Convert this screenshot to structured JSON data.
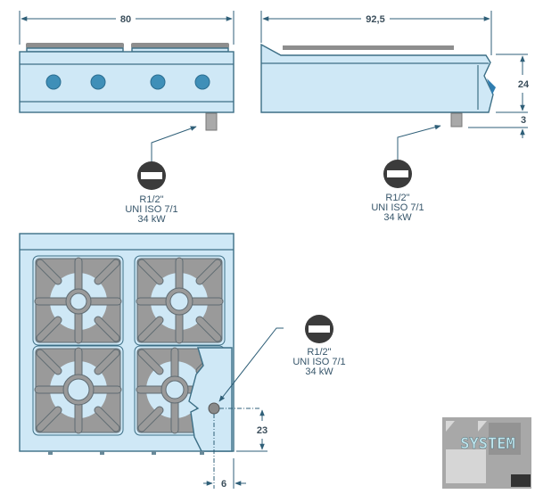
{
  "dimensions": {
    "front_width": "80",
    "side_depth": "92,5",
    "side_height": "24",
    "side_connector_offset": "3",
    "top_connector_height": "23",
    "top_connector_offset": "6"
  },
  "gas_connection": {
    "thread": "R1/2\"",
    "standard": "UNI ISO 7/1",
    "power": "34 kW"
  },
  "logo": {
    "text": "SYSTEM"
  },
  "colors": {
    "body": "#cfe8f6",
    "outline": "#3d6f86",
    "grate": "#9a9a9a",
    "knob": "#3f8fb8"
  }
}
